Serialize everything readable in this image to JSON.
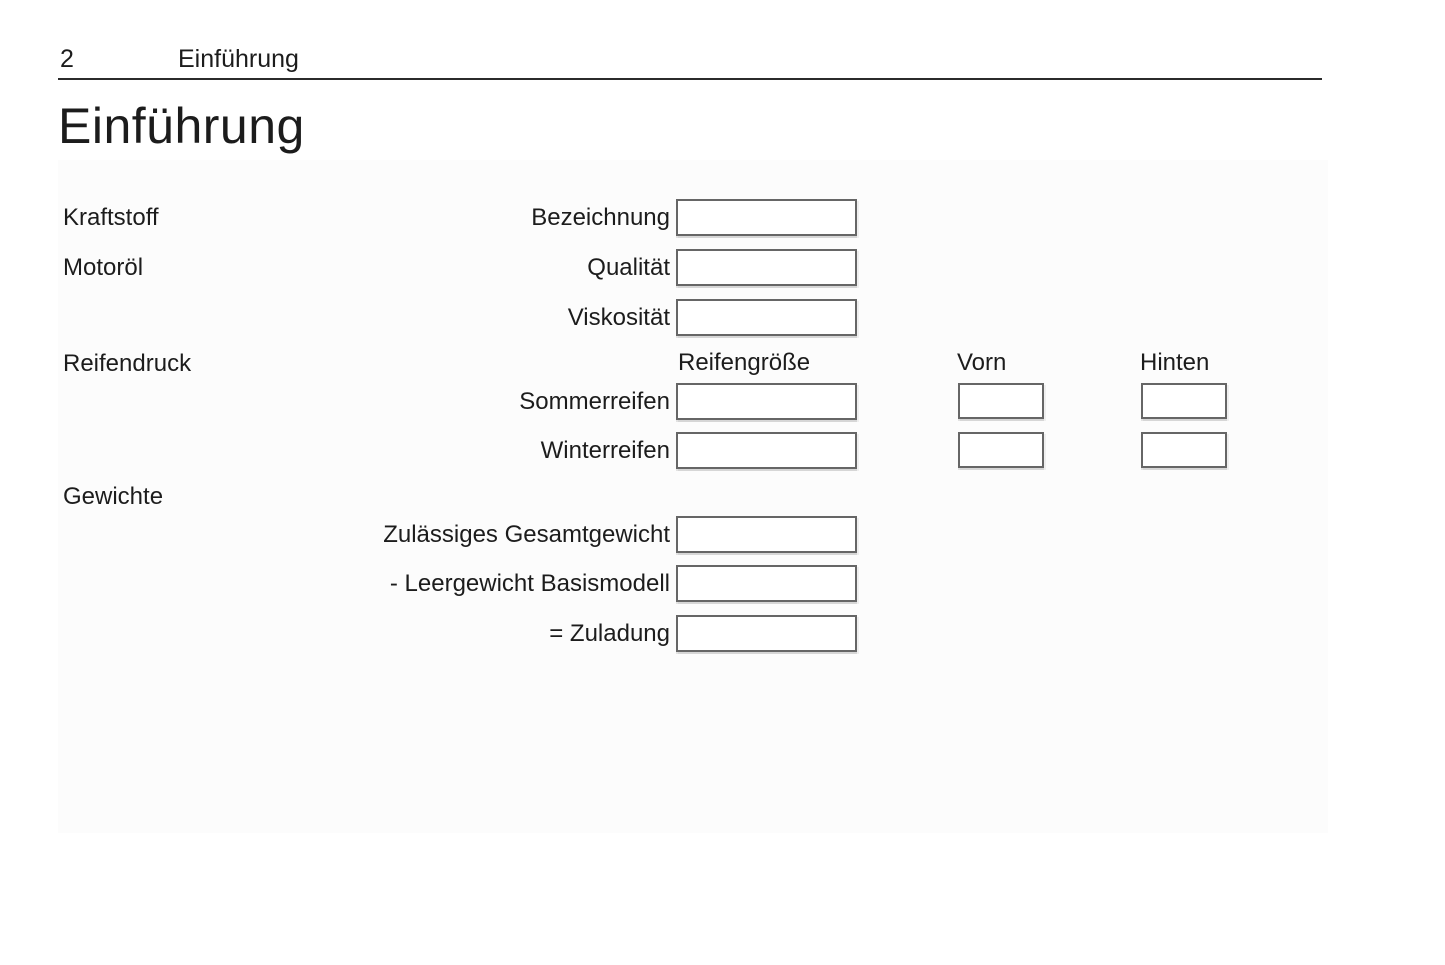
{
  "header": {
    "page_number": "2",
    "chapter_title": "Einführung"
  },
  "page_title": "Einführung",
  "colors": {
    "text": "#1c1c1c",
    "rule": "#2b2b2b",
    "box_border": "#666666",
    "panel_background": "#fcfcfc"
  },
  "form": {
    "sections": {
      "kraftstoff": "Kraftstoff",
      "motoroel": "Motoröl",
      "reifendruck": "Reifendruck",
      "gewichte": "Gewichte"
    },
    "tire_table_headers": {
      "size": "Reifengröße",
      "front": "Vorn",
      "rear": "Hinten"
    },
    "fields": {
      "bezeichnung": {
        "label": "Bezeichnung",
        "value": ""
      },
      "qualitaet": {
        "label": "Qualität",
        "value": ""
      },
      "viskositaet": {
        "label": "Viskosität",
        "value": ""
      },
      "sommerreifen": {
        "label": "Sommerreifen",
        "size_value": "",
        "front_value": "",
        "rear_value": ""
      },
      "winterreifen": {
        "label": "Winterreifen",
        "size_value": "",
        "front_value": "",
        "rear_value": ""
      },
      "gesamtgewicht": {
        "label": "Zulässiges Gesamtgewicht",
        "value": ""
      },
      "leergewicht": {
        "label": "- Leergewicht Basismodell",
        "value": ""
      },
      "zuladung": {
        "label": "= Zuladung",
        "value": ""
      }
    }
  }
}
